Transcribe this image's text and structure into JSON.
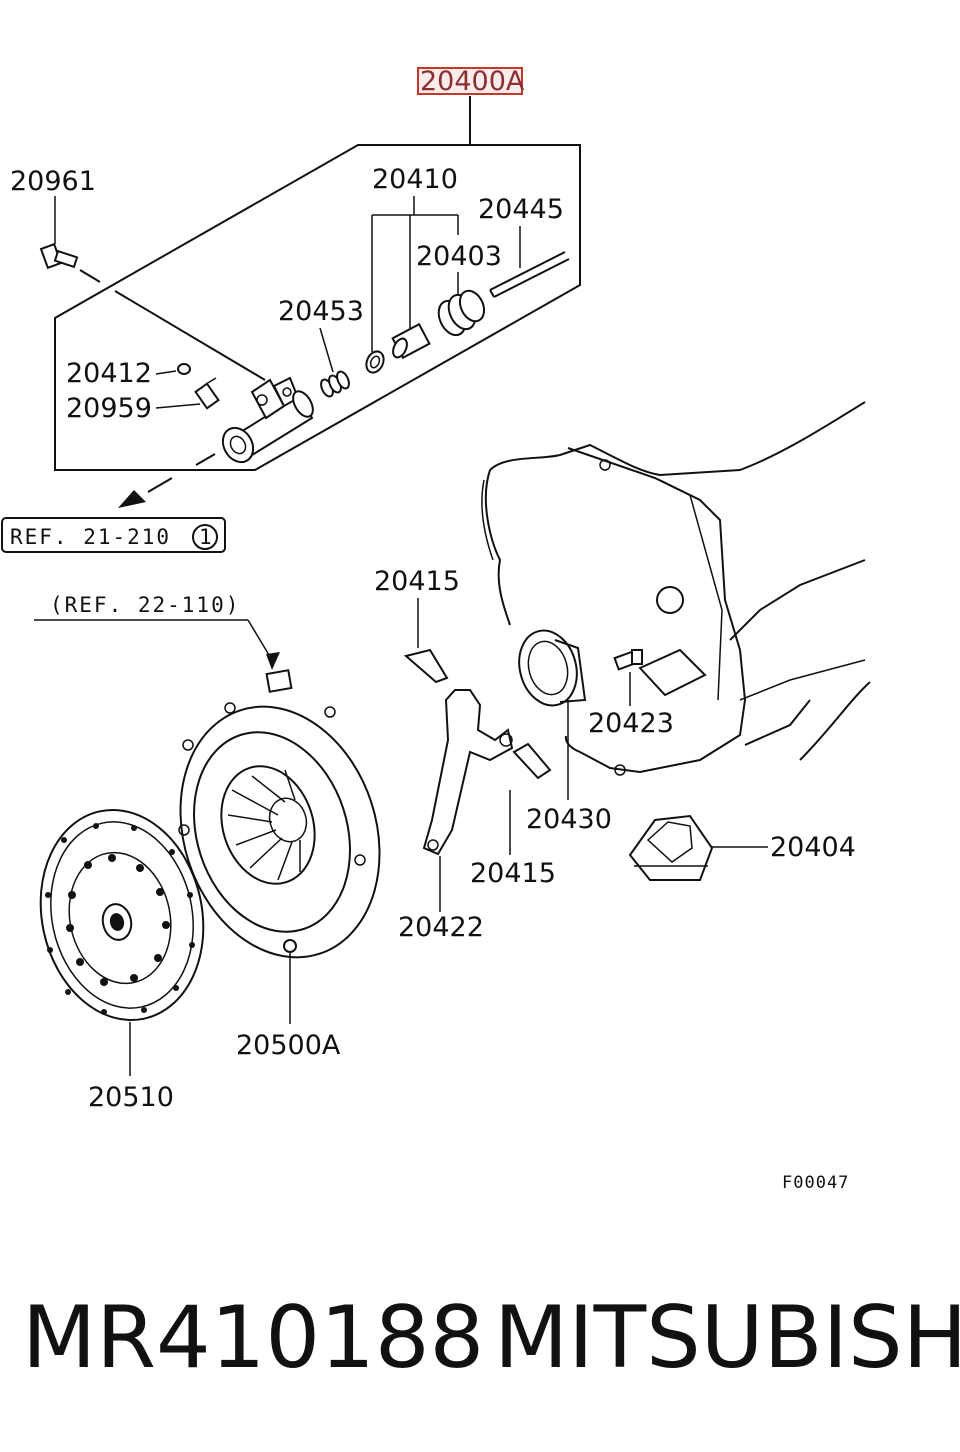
{
  "diagram": {
    "highlighted_part": "20400A",
    "highlight_color": "#c0392b",
    "parts": {
      "p20961": "20961",
      "p20410": "20410",
      "p20445": "20445",
      "p20403": "20403",
      "p20453": "20453",
      "p20412": "20412",
      "p20959": "20959",
      "p20415a": "20415",
      "p20423": "20423",
      "p20430": "20430",
      "p20415b": "20415",
      "p20404": "20404",
      "p20422": "20422",
      "p20500A": "20500A",
      "p20510": "20510"
    },
    "ref1_text": "REF. 21-210",
    "ref1_circle": "1",
    "ref2_text": "(REF. 22-110)",
    "figure_code": "F00047"
  },
  "footer": {
    "part_number": "MR410188",
    "brand": "MITSUBISHI"
  }
}
